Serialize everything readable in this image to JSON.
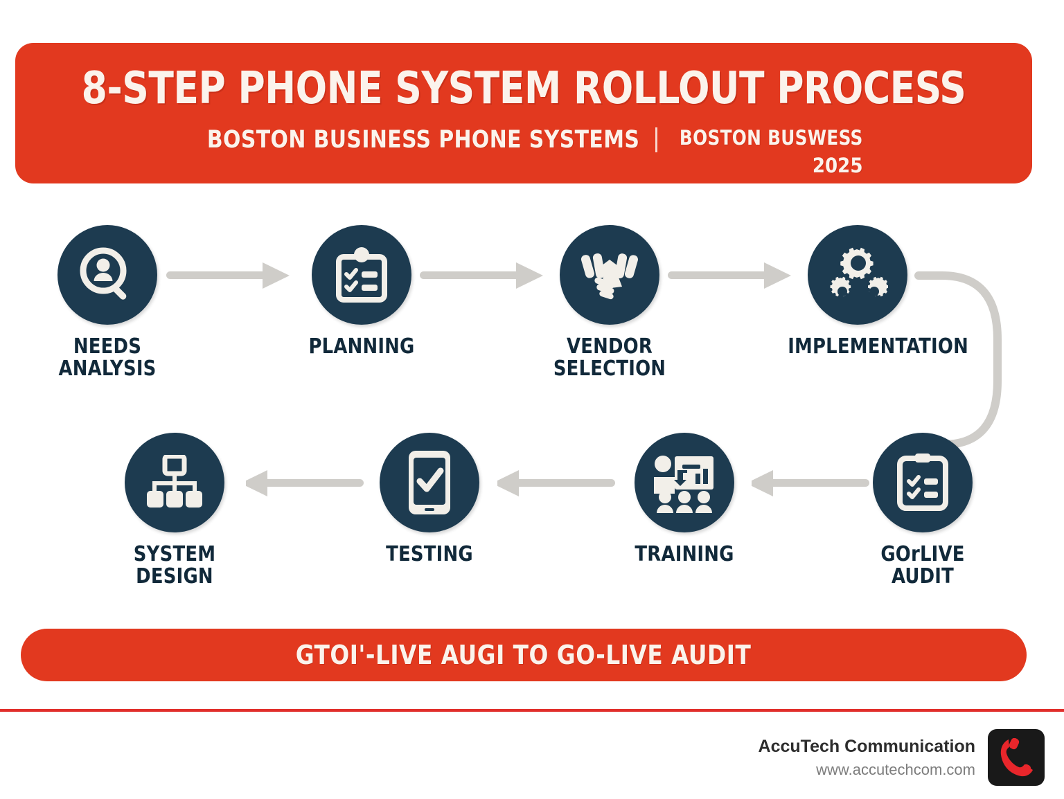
{
  "header": {
    "title": "8-STEP PHONE SYSTEM ROLLOUT PROCESS",
    "subtitle_main": "BOSTON BUSINESS PHONE SYSTEMS",
    "subtitle_credit": "BOSTON BUSWESS",
    "subtitle_year": "2025",
    "background_color": "#e2391f",
    "text_color": "#fbf3ec"
  },
  "flow": {
    "circle_color": "#1d3b50",
    "icon_color": "#f2efe9",
    "arrow_color": "#cfcdc9",
    "label_color": "#11293a",
    "steps": [
      {
        "label": "NEEDS\nANALYSIS",
        "icon": "user-search-icon",
        "row": "top",
        "order": 1
      },
      {
        "label": "PLANNING",
        "icon": "clipboard-list-icon",
        "row": "top",
        "order": 2
      },
      {
        "label": "VENDOR SELECTION",
        "icon": "handshake-icon",
        "row": "top",
        "order": 3
      },
      {
        "label": "IMPLEMENTATION",
        "icon": "gears-icon",
        "row": "top",
        "order": 4
      },
      {
        "label": "GOrLIVE AUDIT",
        "icon": "clipboard-check-icon",
        "row": "bottom",
        "order": 5
      },
      {
        "label": "TRAINING",
        "icon": "presentation-icon",
        "row": "bottom",
        "order": 6
      },
      {
        "label": "TESTING",
        "icon": "phone-check-icon",
        "row": "bottom",
        "order": 7
      },
      {
        "label": "SYSTEM\nDESIGN",
        "icon": "org-chart-icon",
        "row": "bottom",
        "order": 8
      }
    ]
  },
  "footer_banner": {
    "text": "GTOI'-LIVE AUGI TO GO-LIVE AUDIT",
    "background_color": "#e2391f"
  },
  "brand": {
    "name": "AccuTech Communication",
    "url": "www.accutechcom.com",
    "logo_icon": "phone-handset-icon",
    "logo_background": "#191919",
    "logo_accent": "#e8262b",
    "rule_color": "#e12e2b"
  }
}
